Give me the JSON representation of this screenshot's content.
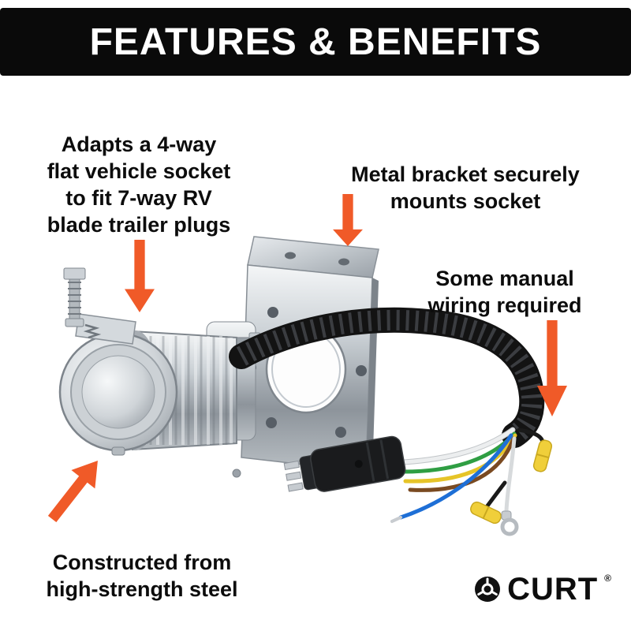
{
  "banner": {
    "title": "FEATURES & BENEFITS"
  },
  "callouts": {
    "adapter": "Adapts a 4-way\nflat vehicle socket\nto fit 7-way RV\nblade trailer plugs",
    "bracket": "Metal bracket securely\nmounts socket",
    "wiring": "Some manual\nwiring required",
    "steel": "Constructed from\nhigh-strength steel"
  },
  "logo": {
    "text": "CURT",
    "registered": "®"
  },
  "colors": {
    "arrow": "#F05A28",
    "banner_bg": "#0A0A0A",
    "banner_fg": "#FFFFFF",
    "background": "#FFFFFF",
    "bracket_metal": "#C2C8CD",
    "wire_loom": "#131313",
    "wire_green": "#2F9E43",
    "wire_yellow": "#E6C428",
    "wire_blue": "#1E6FD6",
    "wire_brown": "#7A4A21",
    "wire_white": "#ECEEEF",
    "crimp_yellow": "#F0CF3A"
  },
  "icons": {
    "arrow_adapter": "orange-callout-arrow-down",
    "arrow_bracket": "orange-callout-arrow-down",
    "arrow_wiring": "orange-callout-arrow-down",
    "arrow_steel": "orange-callout-arrow-up-right",
    "logo_mark": "curt-emblem"
  }
}
